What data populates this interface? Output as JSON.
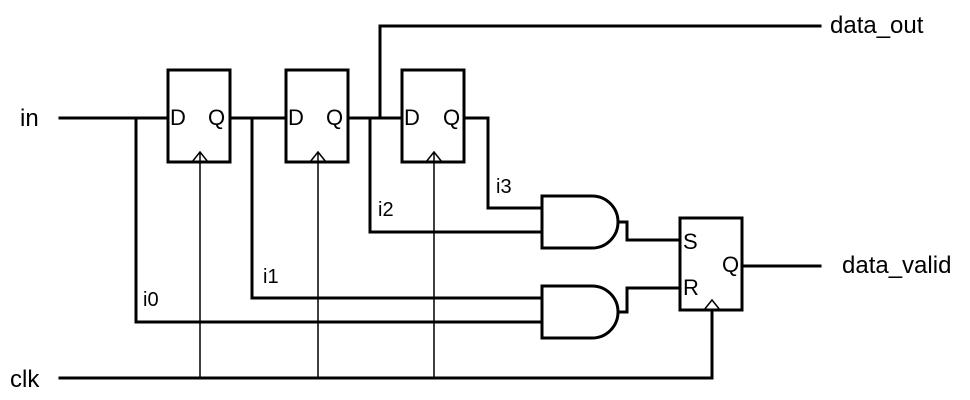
{
  "ports": {
    "input": "in",
    "clock": "clk",
    "data_out": "data_out",
    "data_valid": "data_valid"
  },
  "flipflops": [
    {
      "d": "D",
      "q": "Q"
    },
    {
      "d": "D",
      "q": "Q"
    },
    {
      "d": "D",
      "q": "Q"
    }
  ],
  "nets": {
    "i0": "i0",
    "i1": "i1",
    "i2": "i2",
    "i3": "i3"
  },
  "sr_latch": {
    "s": "S",
    "r": "R",
    "q": "Q"
  }
}
